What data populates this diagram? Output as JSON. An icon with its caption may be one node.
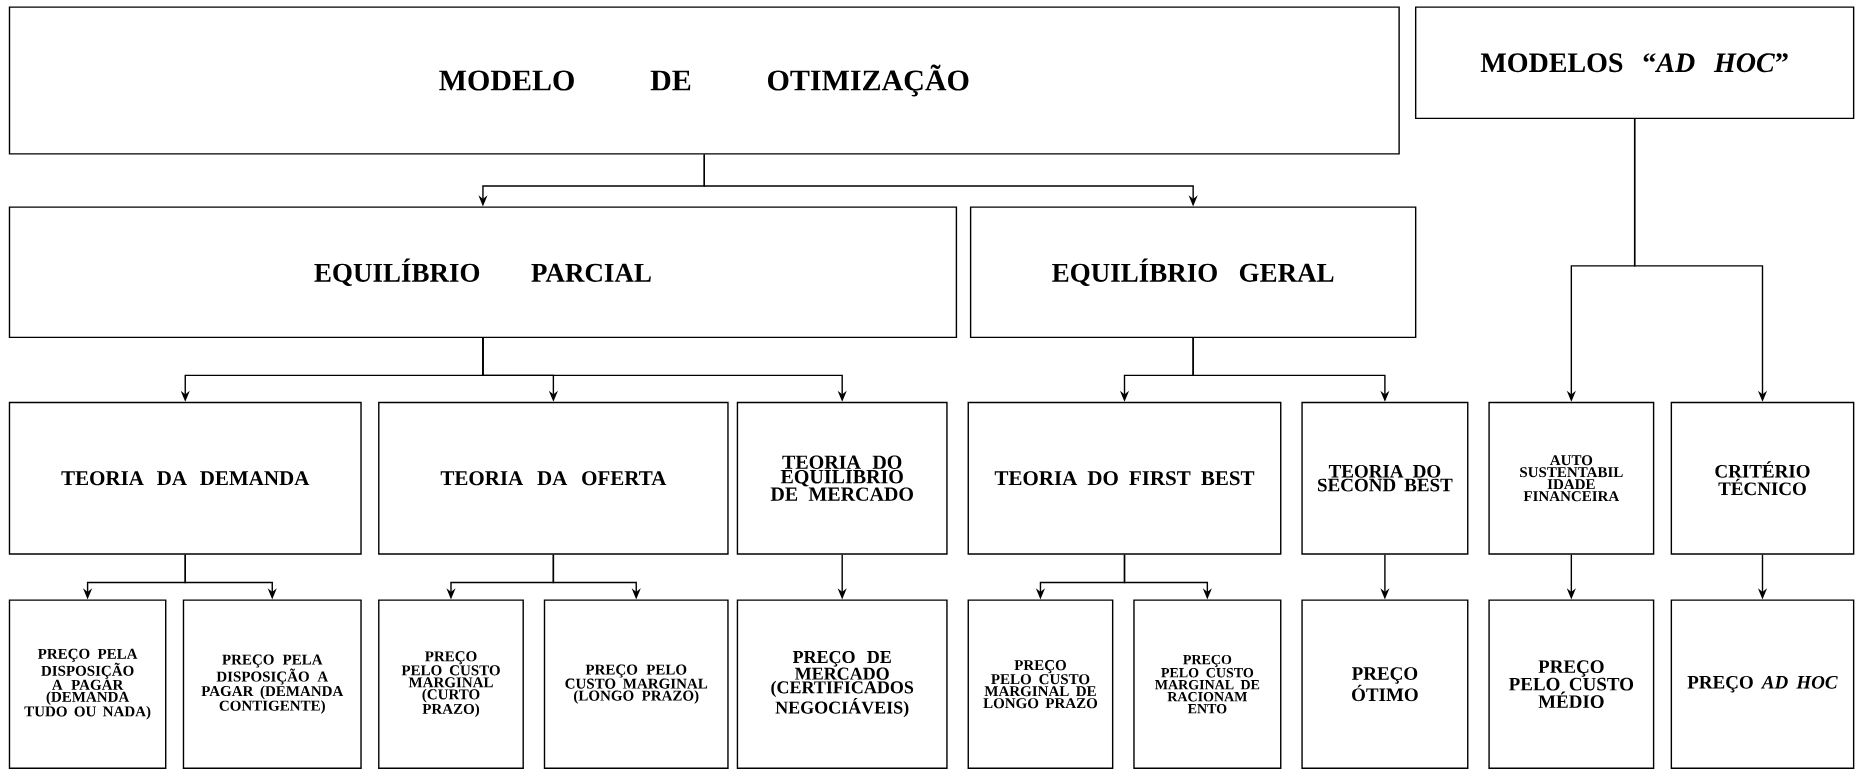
{
  "diagram": {
    "nodes": [
      {
        "text": [
          "MODELO DE OTIMIZAÇÃO"
        ]
      },
      {
        "text": [
          "MODELOS “*AD HOC*”"
        ]
      },
      {
        "text": [
          "EQUILÍBRIO PARCIAL"
        ]
      },
      {
        "text": [
          "EQUILÍBRIO GERAL"
        ]
      },
      {
        "text": [
          "TEORIA DA DEMANDA"
        ]
      },
      {
        "text": [
          "TEORIA DA OFERTA"
        ]
      },
      {
        "text": [
          "TEORIA DO EQUILIBRIO DE MERCADO"
        ]
      },
      {
        "text": [
          "TEORIA DO FIRST BEST"
        ]
      },
      {
        "text": [
          "TEORIA DO SECOND BEST"
        ]
      },
      {
        "text": [
          "AUTO SUSTENTABIL IDADE FINANCEIRA"
        ]
      },
      {
        "text": [
          "CRITÉRIO TÉCNICO"
        ]
      },
      {
        "text": [
          "PREÇO PELA DISPOSIÇÃO A PAGAR (DEMANDA TUDO OU NADA)"
        ]
      },
      {
        "text": [
          "PREÇO PELA DISPOSIÇÃO A PAGAR (DEMANDA CONTIGENTE)"
        ]
      },
      {
        "text": [
          "PREÇO PELO CUSTO MARGINAL (CURTO PRAZO)"
        ]
      },
      {
        "text": [
          "PREÇO PELO CUSTO MARGINAL (LONGO PRAZO)"
        ]
      },
      {
        "text": [
          "PREÇO DE MERCADO (CERTIFICADOS NEGOCIÁVEIS)"
        ]
      },
      {
        "text": [
          "PREÇO PELO CUSTO MARGINAL DE LONGO PRAZO"
        ]
      },
      {
        "text": [
          "PREÇO PELO CUSTO MARGINAL DE RACIONAM ENTO"
        ]
      },
      {
        "text": [
          "PREÇO ÓTIMO"
        ]
      },
      {
        "text": [
          "PREÇO PELO CUSTO MÉDIO"
        ]
      },
      {
        "text": [
          "PREÇO *AD HOC*"
        ]
      }
    ],
    "edges": [
      {
        "from": 0,
        "to": 2,
        "arrow": "to"
      },
      {
        "from": 0,
        "to": 3,
        "arrow": "to"
      },
      {
        "from": 1,
        "to": 9,
        "arrow": "to"
      },
      {
        "from": 1,
        "to": 10,
        "arrow": "to"
      },
      {
        "from": 2,
        "to": 4,
        "arrow": "to"
      },
      {
        "from": 2,
        "to": 5,
        "arrow": "to"
      },
      {
        "from": 2,
        "to": 6,
        "arrow": "to"
      },
      {
        "from": 3,
        "to": 7,
        "arrow": "to"
      },
      {
        "from": 3,
        "to": 8,
        "arrow": "to"
      },
      {
        "from": 4,
        "to": 11,
        "arrow": "to"
      },
      {
        "from": 4,
        "to": 12,
        "arrow": "to"
      },
      {
        "from": 5,
        "to": 13,
        "arrow": "to"
      },
      {
        "from": 5,
        "to": 14,
        "arrow": "to"
      },
      {
        "from": 6,
        "to": 15,
        "arrow": "to"
      },
      {
        "from": 7,
        "to": 16,
        "arrow": "to"
      },
      {
        "from": 7,
        "to": 17,
        "arrow": "to"
      },
      {
        "from": 8,
        "to": 18,
        "arrow": "to"
      },
      {
        "from": 9,
        "to": 19,
        "arrow": "to"
      },
      {
        "from": 10,
        "to": 20,
        "arrow": "to"
      }
    ]
  }
}
